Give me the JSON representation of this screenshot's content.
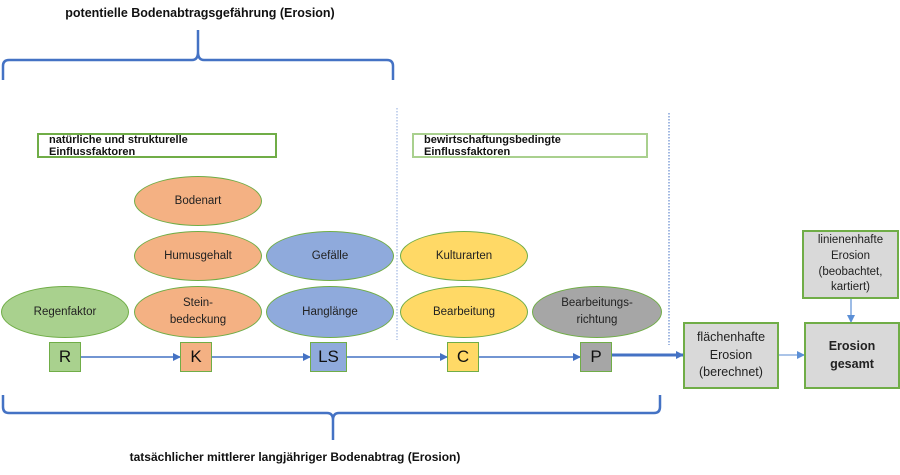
{
  "headers": {
    "top": "potentielle Bodenabtragsgefährung (Erosion)",
    "bottom": "tatsächlicher mittlerer langjähriger Bodenabtrag (Erosion)"
  },
  "categories": {
    "natural": "natürliche und strukturelle Einflussfaktoren",
    "management": "bewirtschaftungsbedingte Einflussfaktoren"
  },
  "factors": {
    "regenfaktor": "Regenfaktor",
    "bodenart": "Bodenart",
    "humusgehalt": "Humusgehalt",
    "steinbedeckung": "Stein-\nbedeckung",
    "gefaelle": "Gefälle",
    "hanglaenge": "Hanglänge",
    "kulturarten": "Kulturarten",
    "bearbeitung": "Bearbeitung",
    "bearbeitungsrichtung": "Bearbeitungs-\nrichtung"
  },
  "symbols": {
    "r": "R",
    "k": "K",
    "ls": "LS",
    "c": "C",
    "p": "P"
  },
  "results": {
    "flaechenhaft": "flächenhafte\nErosion\n(berechnet)",
    "linienhaft": "linienenhafte\nErosion\n(beobachtet,\nkartiert)",
    "gesamt": "Erosion\ngesamt"
  },
  "colors": {
    "green": "#a9d18e",
    "orange": "#f4b183",
    "blue": "#8faadc",
    "yellow": "#ffd966",
    "gray": "#a6a6a6",
    "border": "#70ad47",
    "arrow": "#4472c4",
    "resultbox": "#d9d9d9"
  }
}
